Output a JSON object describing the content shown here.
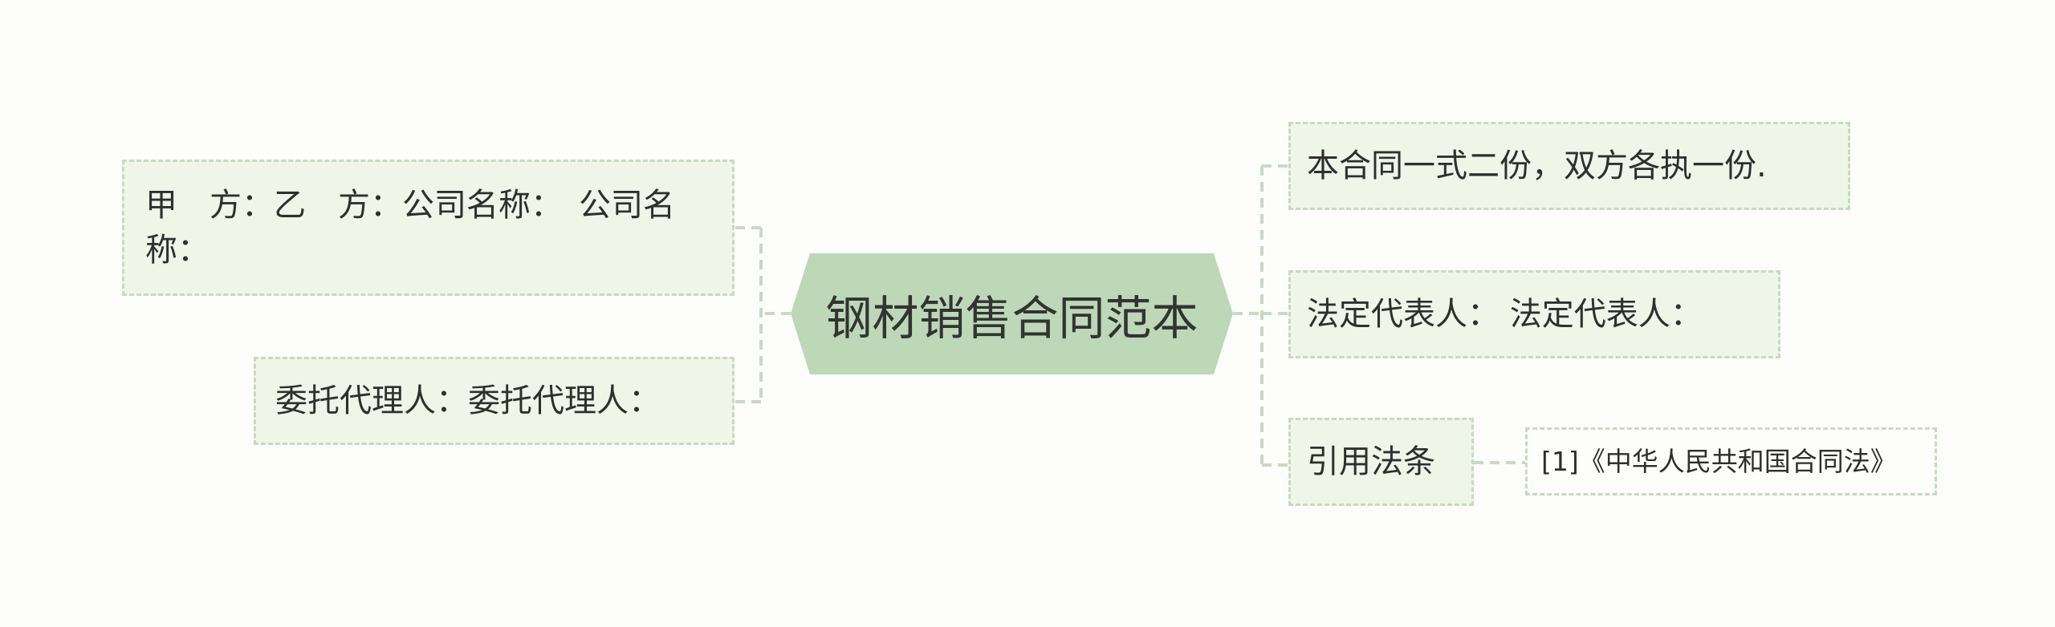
{
  "root": {
    "title": "钢材销售合同范本"
  },
  "left_branches": [
    {
      "label": "甲　方：乙　方：公司名称：　公司名称："
    },
    {
      "label": "委托代理人：委托代理人："
    }
  ],
  "right_branches": [
    {
      "label": "本合同一式二份，双方各执一份."
    },
    {
      "label": "法定代表人：  法定代表人："
    },
    {
      "label": "引用法条",
      "children": [
        {
          "label": "[1]《中华人民共和国合同法》"
        }
      ]
    }
  ],
  "colors": {
    "root_fill": "#bcd8b7",
    "node_fill": "#eff6e8",
    "node_border": "#c4dcc0",
    "connector": "#c4dcc0",
    "text": "#2f2f2f"
  }
}
